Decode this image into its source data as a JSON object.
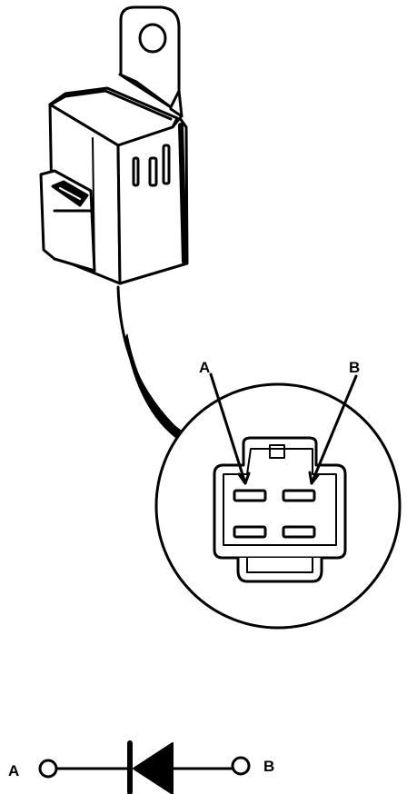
{
  "labels": {
    "connector_left_terminal": "A",
    "connector_right_terminal": "B",
    "diode_left_terminal": "A",
    "diode_right_terminal": "B"
  },
  "colors": {
    "ink": "#000000",
    "paper": "#ffffff"
  }
}
